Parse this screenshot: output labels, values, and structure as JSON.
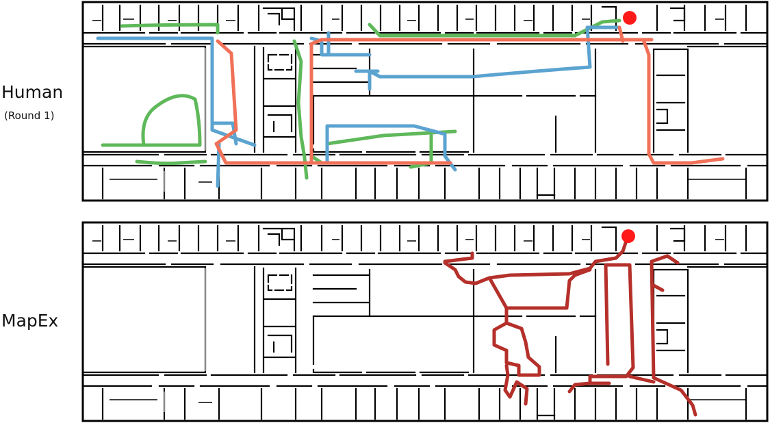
{
  "labels": {
    "human": "Human",
    "human_sub": "(Round 1)",
    "mapex": "MapEx"
  },
  "colors": {
    "human_blue": "#5ba3d0",
    "human_green": "#5fb85a",
    "human_orange": "#f07158",
    "mapex_red": "#b5302a",
    "goal_dot": "#ff1a1a",
    "wall": "#000000",
    "background": "#ffffff"
  },
  "icons": {
    "goal": "red-dot-goal-icon"
  }
}
